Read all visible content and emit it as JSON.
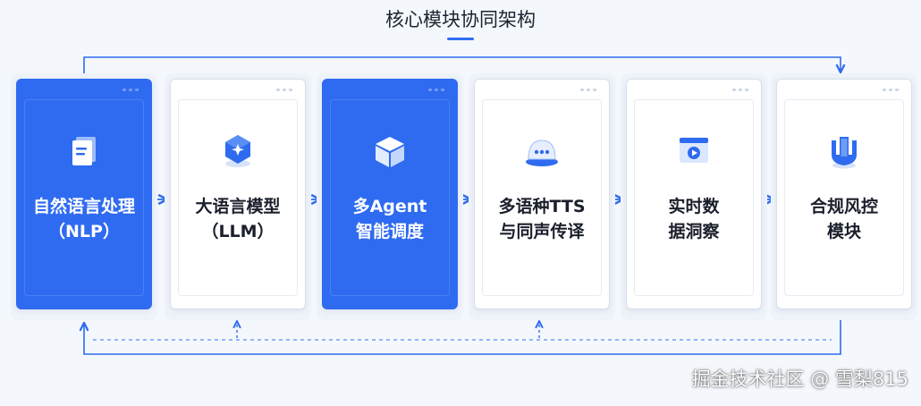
{
  "title": "核心模块协同架构",
  "modules": [
    {
      "line1": "自然语言处理",
      "line2": "（NLP）",
      "style": "blue",
      "icon": "document-icon"
    },
    {
      "line1": "大语言模型",
      "line2": "（LLM）",
      "style": "white",
      "icon": "hexagon-star-icon"
    },
    {
      "line1": "多Agent",
      "line2": "智能调度",
      "style": "blue",
      "icon": "box-icon"
    },
    {
      "line1": "多语种TTS",
      "line2": "与同声传译",
      "style": "white",
      "icon": "speech-dome-icon"
    },
    {
      "line1": "实时数",
      "line2": "据洞察",
      "style": "white",
      "icon": "video-window-icon"
    },
    {
      "line1": "合规风控",
      "line2": "模块",
      "style": "white",
      "icon": "shield-bars-icon"
    }
  ],
  "watermark": "掘金技术社区 @ 雪梨815",
  "colors": {
    "accent": "#2f6bf0",
    "background": "#f4f7fc"
  }
}
